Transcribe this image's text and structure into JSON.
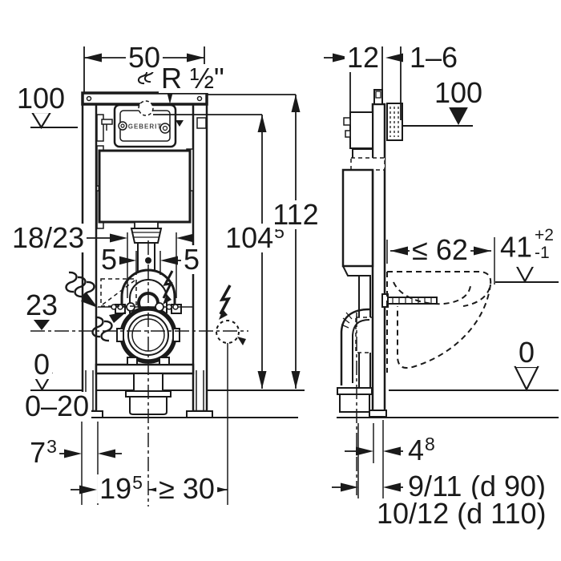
{
  "front": {
    "width": "50",
    "supply": "R ½\"",
    "level_plate": "100",
    "offset_pair": "18/23",
    "five_left": "5",
    "five_right": "5",
    "level_drain": "23",
    "level_zero": "0",
    "floor_range": "0–20",
    "h104": {
      "base": "104",
      "sup": "5"
    },
    "h112": "112",
    "d7": {
      "base": "7",
      "sup": "3"
    },
    "d19": {
      "base": "19",
      "sup": "5"
    },
    "d30": "≥ 30",
    "logo": "GEBERIT"
  },
  "side": {
    "depth": "12",
    "wall": "1–6",
    "level_plate": "100",
    "d62": "≤ 62",
    "h41": {
      "base": "41",
      "plus": "+2",
      "minus": "-1"
    },
    "level_zero": "0",
    "d4": {
      "base": "4",
      "sup": "8"
    },
    "drain90": {
      "value": "9/11",
      "pipe": "(d 90)"
    },
    "drain110": "10/12 (d 110)"
  },
  "colors": {
    "line": "#1a1a1a",
    "background": "#ffffff"
  }
}
